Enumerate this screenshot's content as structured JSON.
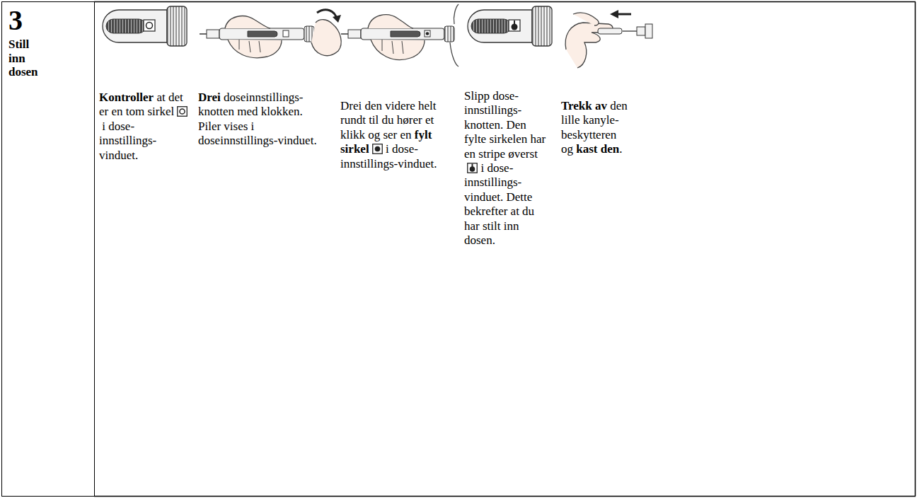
{
  "diagram": {
    "nodes": [
      {
        "text": [
          "3",
          "Still inn dosen"
        ]
      }
    ],
    "labels": [
      "Kontroller",
      "at det er en tom sirkel",
      "i dose-innstillings-vinduet.",
      "Drei",
      "doseinnstillings-knotten med klokken. Piler vises i doseinnstillings-vinduet.",
      "Drei den videre helt rundt til du hører et klikk og ser en",
      "fylt sirkel",
      "i dose-innstillings-vinduet.",
      "Slipp dose-innstillings-knotten. Den fylte sirkelen har en stripe øverst",
      "i dose-innstillings-vinduet. Dette bekrefter at du har stilt inn dosen.",
      "Trekk av",
      "den lille kanyle-beskytteren og",
      "kast den",
      "."
    ]
  }
}
